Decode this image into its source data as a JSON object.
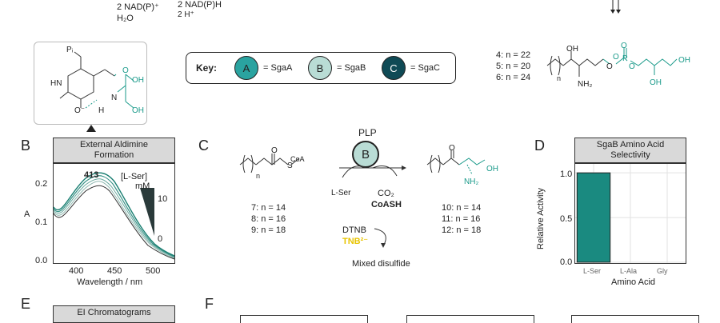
{
  "top_left": {
    "line1": "2 NAD(P)⁺",
    "line2": "H₂O",
    "line3": "2 NAD(P)H",
    "line4": "2 H⁺"
  },
  "aldimine_structure": {
    "pi_label": "Pᵢ",
    "hn_label": "HN",
    "n_plus_label": "N",
    "o_minus_label": "O⁻",
    "h_label": "H",
    "oh_label": "OH",
    "ch2oh_label": "OH",
    "o_label": "O"
  },
  "key": {
    "label": "Key:",
    "items": [
      {
        "letter": "A",
        "desc": "= SgaA",
        "fill": "#2aa3a0"
      },
      {
        "letter": "B",
        "desc": "= SgaB",
        "fill": "#b9dcd5"
      },
      {
        "letter": "C",
        "desc": "= SgaC",
        "fill": "#0f4a55"
      }
    ]
  },
  "lipid": {
    "n_values": [
      "4: n = 22",
      "5: n = 20",
      "6: n = 24"
    ],
    "oh_top": "OH",
    "nh2": "NH₂",
    "n_sub": "n",
    "o_labels": [
      "O",
      "O",
      "O",
      "O"
    ],
    "p_label": "P",
    "oh_right": "OH",
    "oh_bottom": "OH"
  },
  "panel_B": {
    "letter": "B",
    "title_line1": "External Aldimine",
    "title_line2": "Formation",
    "peak": "413",
    "conc_label_line1": "[L-Ser]",
    "conc_label_line2": "mM",
    "conc_max": "10",
    "conc_min": "0",
    "ylabel": "A",
    "xlabel": "Wavelength / nm",
    "yticks": [
      "0.2",
      "0.1",
      "0.0"
    ],
    "xticks": [
      "400",
      "450",
      "500"
    ]
  },
  "panel_C": {
    "letter": "C",
    "cofactor": "PLP",
    "enzyme": "B",
    "substrate_coa": "CoA",
    "substrate_s": "S",
    "substrate_o": "O",
    "n_sub": "n",
    "substrate_n": [
      "7: n = 14",
      "8: n = 16",
      "9: n = 18"
    ],
    "lser": "L-Ser",
    "co2": "CO₂",
    "coash": "CoASH",
    "dtnb": "DTNB",
    "tnb": "TNB²⁻",
    "mixed": "Mixed disulfide",
    "product_oh": "OH",
    "product_nh2": "NH₂",
    "product_o": "O",
    "product_n": [
      "10: n = 14",
      "11: n = 16",
      "12: n = 18"
    ]
  },
  "panel_D": {
    "letter": "D",
    "title_line1": "SgaB Amino Acid",
    "title_line2": "Selectivity",
    "ylabel": "Relative Activity",
    "xlabel": "Amino Acid",
    "yticks": [
      "1.0",
      "0.5",
      "0.0"
    ]
  },
  "panel_E": {
    "letter": "E",
    "title": "EI Chromatograms"
  },
  "panel_F": {
    "letter": "F"
  },
  "chart_data": {
    "type": "bar",
    "categories": [
      "L-Ser",
      "L-Ala",
      "Gly"
    ],
    "values": [
      1.0,
      0.0,
      0.0
    ],
    "title": "SgaB Amino Acid Selectivity",
    "xlabel": "Amino Acid",
    "ylabel": "Relative Activity",
    "ylim": [
      0,
      1.1
    ],
    "bar_color": "#1a8a80"
  }
}
